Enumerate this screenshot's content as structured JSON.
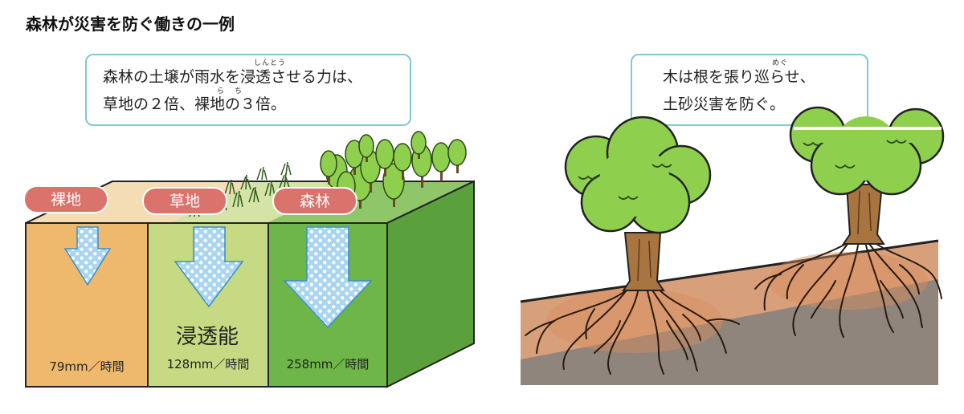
{
  "title": "森林が災害を防ぐ働きの一例",
  "left_callout": {
    "line1": "森林の土壌が雨水を浸透させる力は、",
    "line2": "草地の２倍、裸地の３倍。",
    "ruby_shinto": "しんとう",
    "ruby_ra": "ら",
    "ruby_chi": "ち"
  },
  "right_callout": {
    "line1": "木は根を張り巡らせ、",
    "line2": "土砂災害を防ぐ。",
    "ruby_megu": "めぐ"
  },
  "infiltration_label": "浸透能",
  "columns": [
    {
      "label": "裸地",
      "rate": "79mm／時間",
      "value_mm_per_hour": 79
    },
    {
      "label": "草地",
      "rate": "128mm／時間",
      "value_mm_per_hour": 128
    },
    {
      "label": "森林",
      "rate": "258mm／時間",
      "value_mm_per_hour": 258
    }
  ],
  "colors": {
    "bare": "#eeb96c",
    "grass": "#c6d983",
    "forest": "#6fb648",
    "tag": "#d9736b",
    "arrow": "#a9d5f0",
    "callout_border": "#7ec9d6"
  }
}
